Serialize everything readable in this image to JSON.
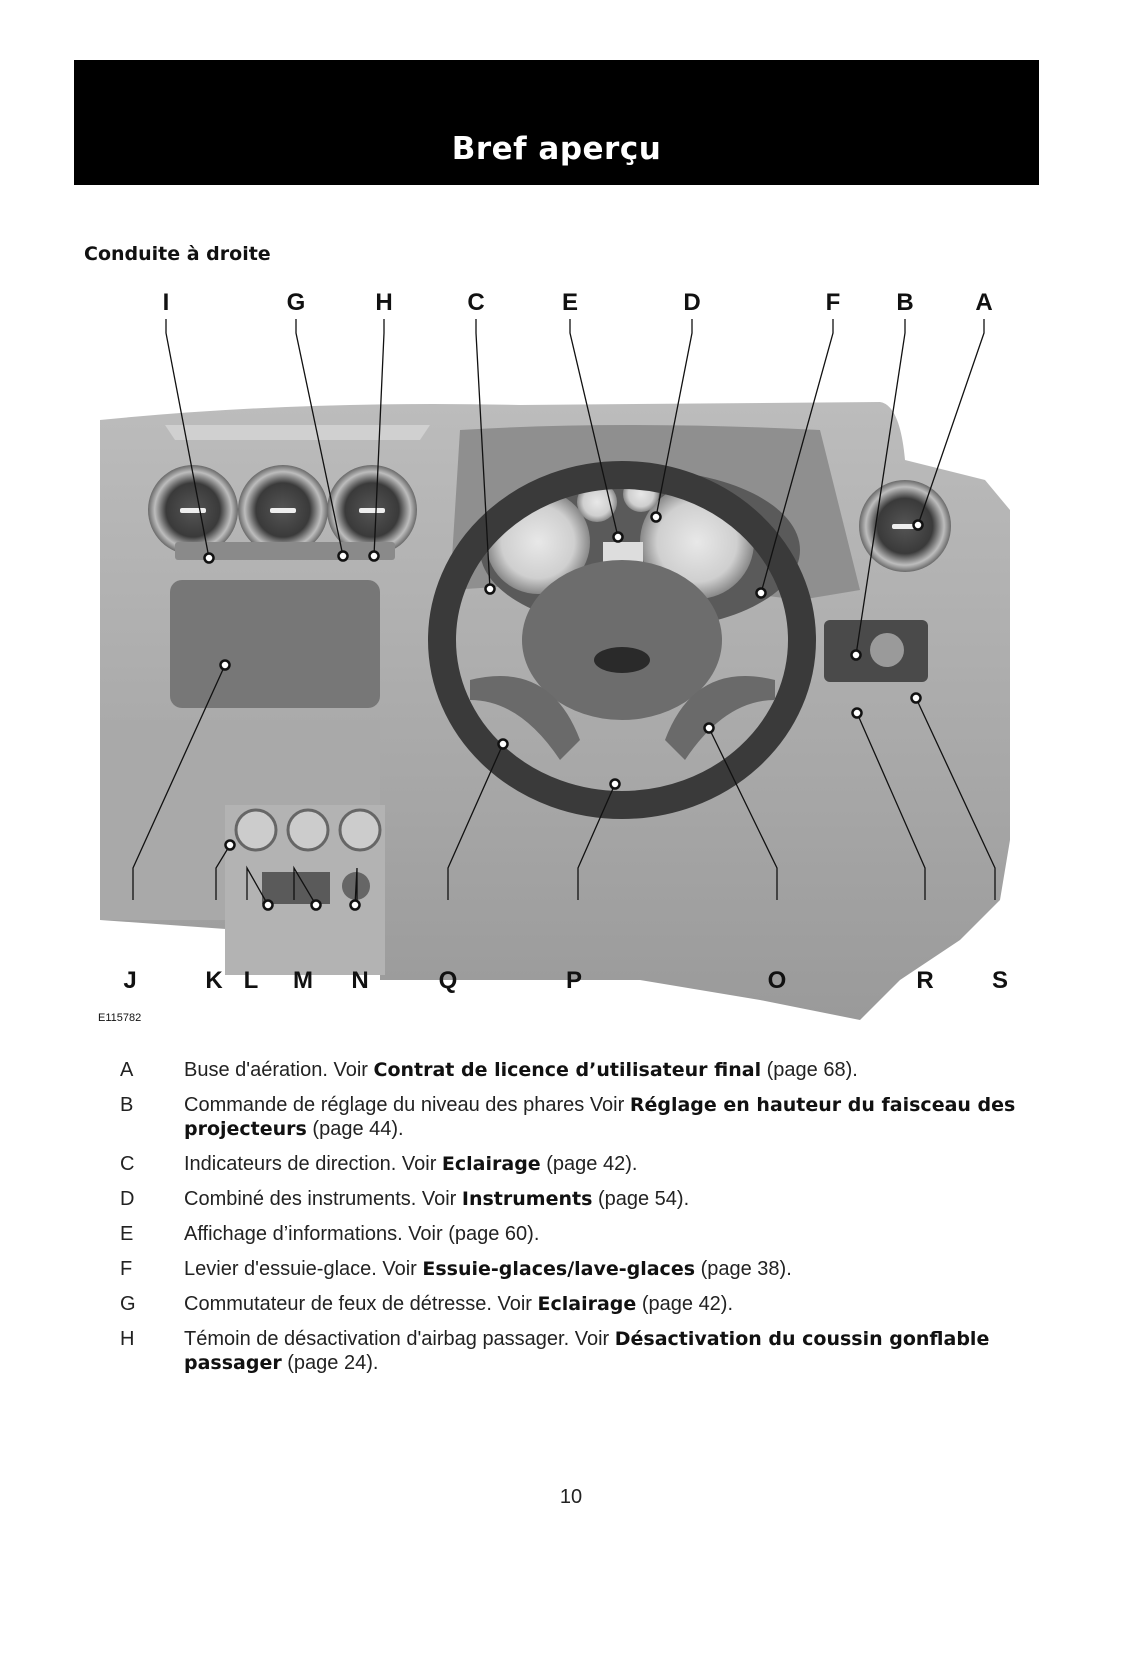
{
  "header": {
    "title": "Bref aperçu"
  },
  "section": {
    "title": "Conduite à droite"
  },
  "figure": {
    "id": "E115782",
    "top_letters": [
      "I",
      "G",
      "H",
      "C",
      "E",
      "D",
      "F",
      "B",
      "A"
    ],
    "bottom_letters": [
      "J",
      "K",
      "L",
      "M",
      "N",
      "Q",
      "P",
      "O",
      "R",
      "S"
    ]
  },
  "legend": [
    {
      "key": "A",
      "text": "Buse d'aération.  Voir ",
      "link": "Contrat de licence d’utilisateur final",
      "suffix": " (page 68)."
    },
    {
      "key": "B",
      "text": "Commande de réglage du niveau des phares  Voir ",
      "link": "Réglage en hauteur du faisceau des projecteurs",
      "suffix": " (page 44)."
    },
    {
      "key": "C",
      "text": "Indicateurs de direction.  Voir ",
      "link": "Eclairage",
      "suffix": " (page 42)."
    },
    {
      "key": "D",
      "text": "Combiné des instruments.  Voir ",
      "link": "Instruments",
      "suffix": " (page 54)."
    },
    {
      "key": "E",
      "text": "Affichage d’informations.  Voir ",
      "link": "",
      "suffix": " (page 60)."
    },
    {
      "key": "F",
      "text": "Levier d'essuie-glace.  Voir ",
      "link": "Essuie-glaces/lave-glaces",
      "suffix": " (page 38)."
    },
    {
      "key": "G",
      "text": "Commutateur de feux de détresse.  Voir ",
      "link": "Eclairage",
      "suffix": " (page 42)."
    },
    {
      "key": "H",
      "text": "Témoin de désactivation d'airbag passager.  Voir ",
      "link": "Désactivation du coussin gonflable passager",
      "suffix": " (page 24)."
    }
  ],
  "page_number": "10"
}
